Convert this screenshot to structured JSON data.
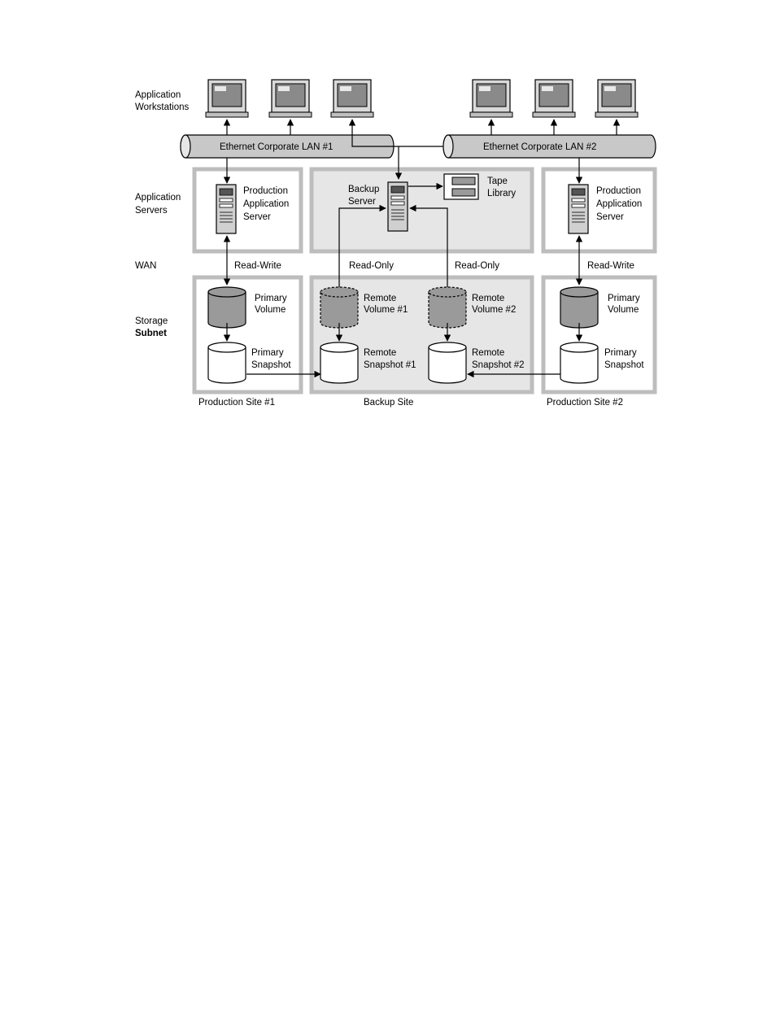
{
  "row_labels": {
    "workstations": [
      "Application",
      "Workstations"
    ],
    "servers": [
      "Application",
      "Servers"
    ],
    "wan": "WAN",
    "storage": [
      "Storage",
      "Subnet"
    ]
  },
  "lans": {
    "lan1": "Ethernet Corporate LAN #1",
    "lan2": "Ethernet Corporate LAN #2"
  },
  "servers": {
    "prod1": [
      "Production",
      "Application",
      "Server"
    ],
    "backup": [
      "Backup",
      "Server"
    ],
    "prod2": [
      "Production",
      "Application",
      "Server"
    ]
  },
  "tape_library": [
    "Tape",
    "Library"
  ],
  "wan_links": {
    "rw1": "Read-Write",
    "ro1": "Read-Only",
    "ro2": "Read-Only",
    "rw2": "Read-Write"
  },
  "storage": {
    "primary_volume_1": [
      "Primary",
      "Volume"
    ],
    "primary_snapshot_1": [
      "Primary",
      "Snapshot"
    ],
    "remote_volume_1": [
      "Remote",
      "Volume #1"
    ],
    "remote_snapshot_1": [
      "Remote",
      "Snapshot #1"
    ],
    "remote_volume_2": [
      "Remote",
      "Volume #2"
    ],
    "remote_snapshot_2": [
      "Remote",
      "Snapshot #2"
    ],
    "primary_volume_2": [
      "Primary",
      "Volume"
    ],
    "primary_snapshot_2": [
      "Primary",
      "Snapshot"
    ]
  },
  "sites": {
    "site1": "Production Site #1",
    "backup": "Backup Site",
    "site2": "Production Site #2"
  },
  "colors": {
    "panel_border": "#bdbdbd",
    "panel_fill_backup": "#e6e6e6",
    "pipe_fill": "#c8c8c8",
    "volume_fill": "#9a9a9a",
    "snapshot_fill": "#ffffff"
  }
}
